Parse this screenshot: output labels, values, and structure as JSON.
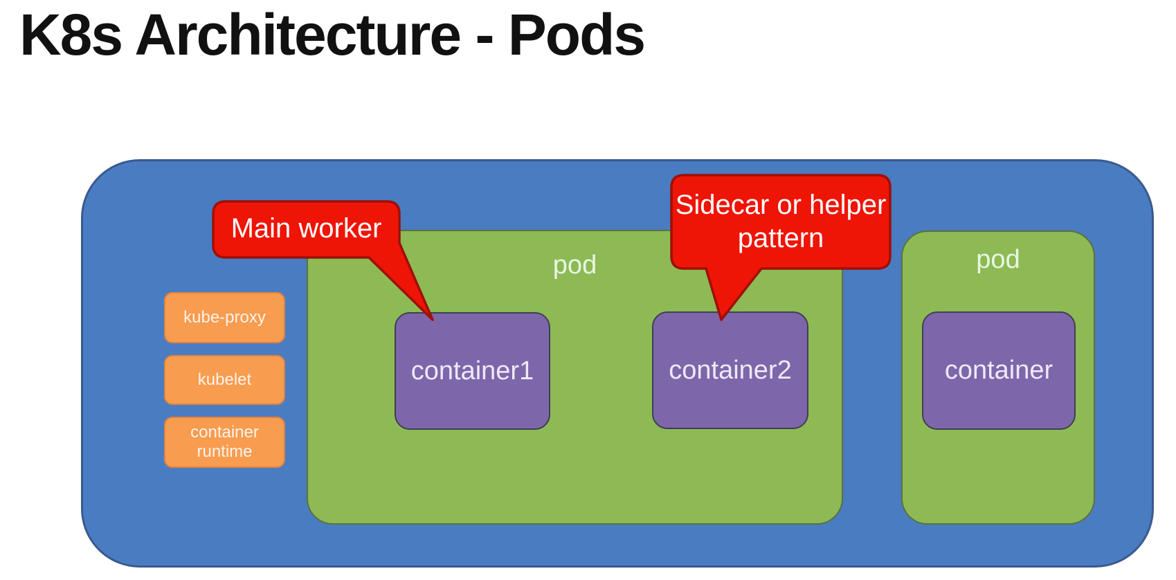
{
  "title": "K8s Architecture - Pods",
  "node": {
    "components": [
      {
        "label": "kube-proxy"
      },
      {
        "label": "kubelet"
      },
      {
        "label": "container runtime"
      }
    ],
    "pods": [
      {
        "label": "pod",
        "containers": [
          {
            "label": "container1"
          },
          {
            "label": "container2"
          }
        ]
      },
      {
        "label": "pod",
        "containers": [
          {
            "label": "container"
          }
        ]
      }
    ]
  },
  "callouts": [
    {
      "lines": [
        "Main worker"
      ],
      "points_to": "container1"
    },
    {
      "lines": [
        "Sidecar or helper",
        "pattern"
      ],
      "points_to": "container2"
    }
  ],
  "colors": {
    "background": "#ffffff",
    "title-text": "#111111",
    "node-fill": "#4a7cc2",
    "node-border": "#3a5a8e",
    "pod-fill": "#8dba55",
    "pod-border": "#5c713a",
    "pod-text": "#e9f6e2",
    "container-fill": "#7d67aa",
    "container-border": "#423d52",
    "container-text": "#efe8f8",
    "component-fill": "#f89c50",
    "component-border": "#e2823c",
    "component-text": "#fdf3ea",
    "callout-fill": "#ee1506",
    "callout-border": "#9e1005",
    "callout-text": "#ffffff"
  }
}
